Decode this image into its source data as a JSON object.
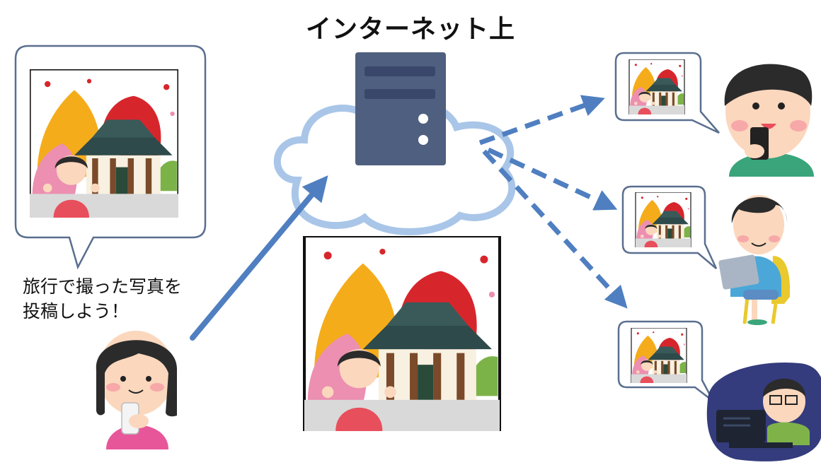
{
  "title": "インターネット上",
  "caption": {
    "line1": "旅行で撮った写真を",
    "line2": "投稿しよう！"
  },
  "colors": {
    "arrow": "#4f7fc0",
    "cloud_stroke": "#a9c6e8",
    "server": "#4f5f7f",
    "bubble_stroke": "#5a6f8f"
  }
}
